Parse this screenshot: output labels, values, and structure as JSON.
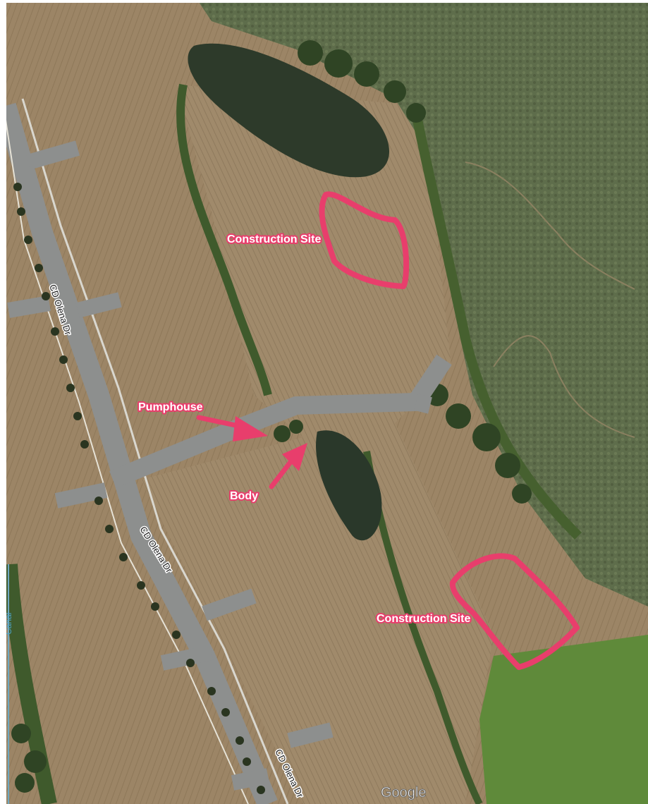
{
  "map": {
    "roads": [
      {
        "id": "upper",
        "label": "CD Olena Dr"
      },
      {
        "id": "middle",
        "label": "CD Olena Dr"
      },
      {
        "id": "lower",
        "label": "CD Olena Dr"
      }
    ],
    "water_label": "Canal",
    "attribution": "Google",
    "annotations": {
      "construction_site_1": "Construction Site",
      "construction_site_2": "Construction Site",
      "pumphouse": "Pumphouse",
      "body": "Body"
    },
    "annotation_color": "#e83e6c",
    "colors": {
      "field": "#9c8566",
      "field_light": "#ab9474",
      "road": "#8d8f8e",
      "hedge": "#3f5a2c",
      "crop": "#5f6e4a",
      "pond": "#2d3a2a",
      "lawn": "#5f8a3a"
    }
  }
}
